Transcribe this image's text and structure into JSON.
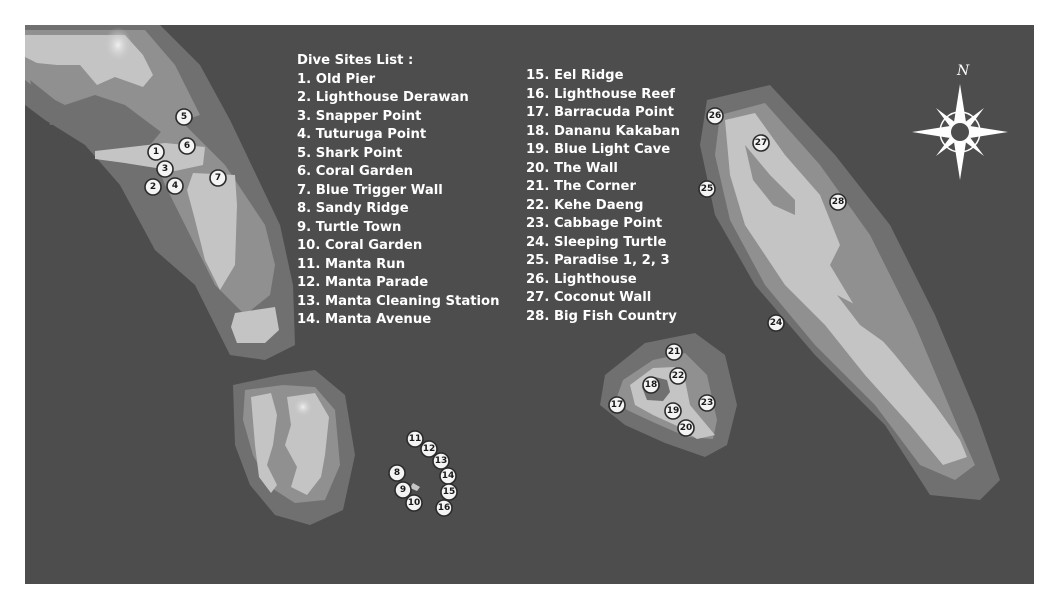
{
  "legend": {
    "heading": "Dive Sites List :",
    "left_items": [
      "1. Old Pier",
      "2. Lighthouse Derawan",
      "3. Snapper Point",
      "4. Tuturuga Point",
      "5. Shark Point",
      "6. Coral Garden",
      "7. Blue Trigger Wall",
      "8. Sandy Ridge",
      "9. Turtle Town",
      "10. Coral Garden",
      "11. Manta Run",
      "12. Manta Parade",
      "13. Manta Cleaning Station",
      "14. Manta Avenue"
    ],
    "right_items": [
      "15. Eel Ridge",
      "16. Lighthouse Reef",
      "17. Barracuda Point",
      "18. Dananu Kakaban",
      "19. Blue Light Cave",
      "20. The Wall",
      "21. The Corner",
      "22. Kehe Daeng",
      "23. Cabbage Point",
      "24. Sleeping Turtle",
      "25. Paradise 1, 2, 3",
      "26. Lighthouse",
      "27. Coconut Wall",
      "28. Big Fish Country"
    ]
  },
  "markers": [
    "1",
    "2",
    "3",
    "4",
    "5",
    "6",
    "7",
    "8",
    "9",
    "10",
    "11",
    "12",
    "13",
    "14",
    "15",
    "16",
    "17",
    "18",
    "19",
    "20",
    "21",
    "22",
    "23",
    "24",
    "25",
    "26",
    "27",
    "28"
  ],
  "compass": {
    "north_label": "N"
  },
  "colors": {
    "sea": "#4d4d4d",
    "reef": "#707070",
    "shallow": "#8f8f8f",
    "land": "#c4c4c4",
    "marker_fill": "#f4f4f4"
  }
}
